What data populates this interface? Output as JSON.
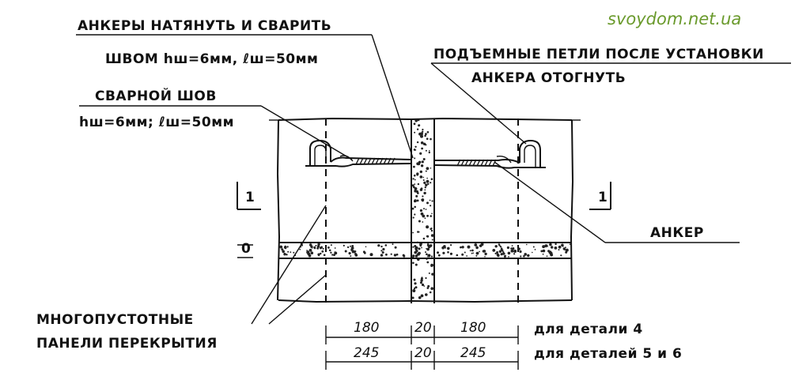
{
  "watermark": "svoydom.net.ua",
  "labels": {
    "anchors_weld_line1": "АНКЕРЫ НАТЯНУТЬ И СВАРИТЬ",
    "anchors_weld_line2": "ШВОМ hш=6мм, ℓш=50мм",
    "lifting_loops_line1": "ПОДЪЕМНЫЕ ПЕТЛИ ПОСЛЕ УСТАНОВКИ",
    "lifting_loops_line2": "АНКЕРА ОТОГНУТЬ",
    "weld_seam_line1": "СВАРНОЙ ШОВ",
    "weld_seam_line2": "hш=6мм; ℓш=50мм",
    "anchor": "АНКЕР",
    "panels_line1": "МНОГОПУСТОТНЫЕ",
    "panels_line2": "ПАНЕЛИ ПЕРЕКРЫТИЯ",
    "section_mark": "1",
    "axis_mark": "0"
  },
  "dimensions": {
    "row1": {
      "a": "180",
      "gap": "20",
      "b": "180",
      "note": "для детали 4"
    },
    "row2": {
      "a": "245",
      "gap": "20",
      "b": "245",
      "note": "для деталей 5 и 6"
    }
  },
  "colors": {
    "ink": "#111111",
    "watermark": "#6a9a2c",
    "grout": "#222222"
  }
}
